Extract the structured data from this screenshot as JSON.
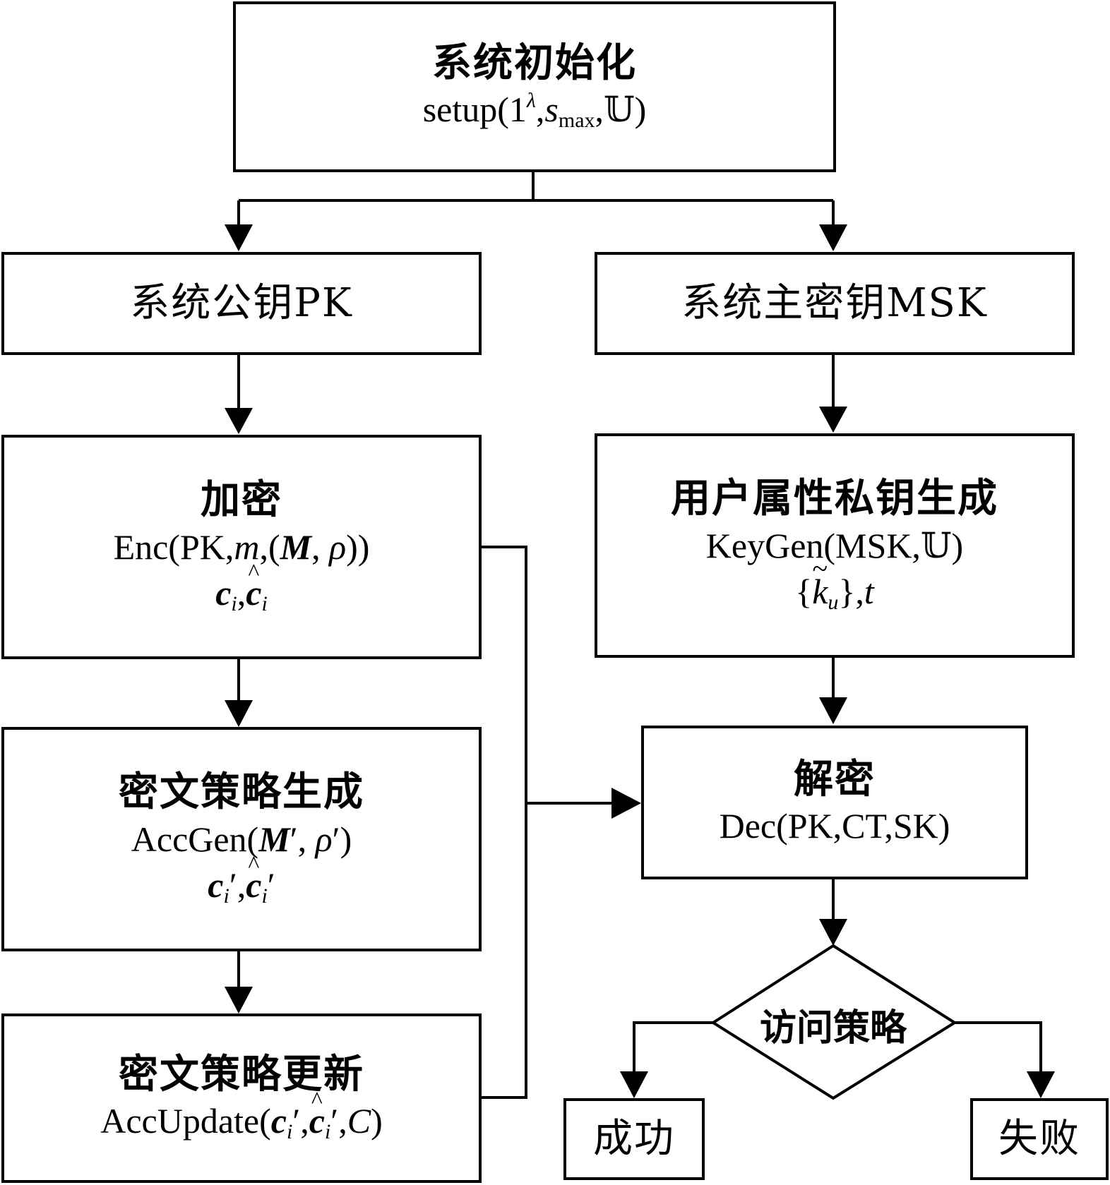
{
  "nodes": {
    "setup": {
      "title": "系统初始化",
      "expr": "setup(1λ,smax,𝕌)"
    },
    "pk": {
      "title": "系统公钥PK"
    },
    "msk": {
      "title": "系统主密钥MSK"
    },
    "enc": {
      "title": "加密",
      "expr": "Enc(PK,m,(M, ρ))",
      "out": "ci,ĉi"
    },
    "keygen": {
      "title": "用户属性私钥生成",
      "expr": "KeyGen(MSK,𝕌)",
      "out": "{k̃u},t"
    },
    "accgen": {
      "title": "密文策略生成",
      "expr": "AccGen(M′, ρ′)",
      "out": "ci′,ĉi′"
    },
    "dec": {
      "title": "解密",
      "expr": "Dec(PK,CT,SK)"
    },
    "accupdate": {
      "title": "密文策略更新",
      "expr": "AccUpdate(ci′,ĉi′,C)"
    },
    "policy": {
      "title": "访问策略"
    },
    "success": {
      "title": "成功"
    },
    "fail": {
      "title": "失败"
    }
  }
}
